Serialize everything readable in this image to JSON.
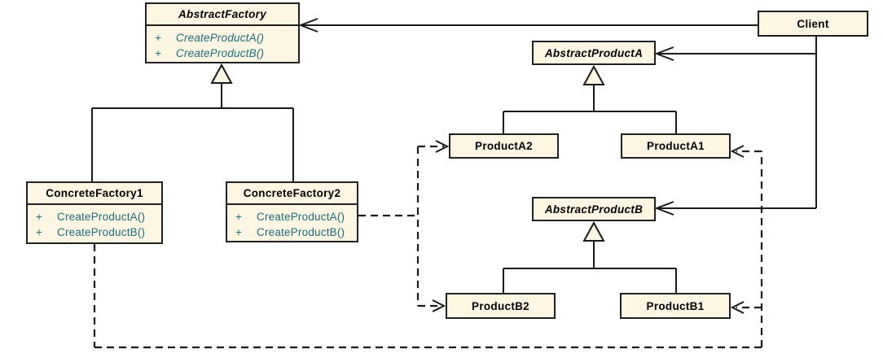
{
  "colors": {
    "background": "#FFFFFF",
    "box_fill": "#FCF6E3",
    "box_border": "#212121",
    "line": "#1A1A1A",
    "title_text": "#000000",
    "method_text": "#1A6E79"
  },
  "classes": {
    "abstractFactory": {
      "name": "AbstractFactory",
      "abstract": true,
      "methods": [
        {
          "visibility": "+",
          "signature": "CreateProductA()"
        },
        {
          "visibility": "+",
          "signature": "CreateProductB()"
        }
      ]
    },
    "client": {
      "name": "Client",
      "abstract": false
    },
    "abstractProductA": {
      "name": "AbstractProductA",
      "abstract": true
    },
    "productA2": {
      "name": "ProductA2",
      "abstract": false
    },
    "productA1": {
      "name": "ProductA1",
      "abstract": false
    },
    "concreteFactory1": {
      "name": "ConcreteFactory1",
      "abstract": false,
      "methods": [
        {
          "visibility": "+",
          "signature": "CreateProductA()"
        },
        {
          "visibility": "+",
          "signature": "CreateProductB()"
        }
      ]
    },
    "concreteFactory2": {
      "name": "ConcreteFactory2",
      "abstract": false,
      "methods": [
        {
          "visibility": "+",
          "signature": "CreateProductA()"
        },
        {
          "visibility": "+",
          "signature": "CreateProductB()"
        }
      ]
    },
    "abstractProductB": {
      "name": "AbstractProductB",
      "abstract": true
    },
    "productB2": {
      "name": "ProductB2",
      "abstract": false
    },
    "productB1": {
      "name": "ProductB1",
      "abstract": false
    }
  },
  "relationships": [
    {
      "type": "association",
      "from": "Client",
      "to": "AbstractFactory",
      "arrowhead": "open"
    },
    {
      "type": "association",
      "from": "Client",
      "to": "AbstractProductA",
      "arrowhead": "open"
    },
    {
      "type": "association",
      "from": "Client",
      "to": "AbstractProductB",
      "arrowhead": "open"
    },
    {
      "type": "generalization",
      "from": "ConcreteFactory1",
      "to": "AbstractFactory"
    },
    {
      "type": "generalization",
      "from": "ConcreteFactory2",
      "to": "AbstractFactory"
    },
    {
      "type": "generalization",
      "from": "ProductA2",
      "to": "AbstractProductA"
    },
    {
      "type": "generalization",
      "from": "ProductA1",
      "to": "AbstractProductA"
    },
    {
      "type": "generalization",
      "from": "ProductB2",
      "to": "AbstractProductB"
    },
    {
      "type": "generalization",
      "from": "ProductB1",
      "to": "AbstractProductB"
    },
    {
      "type": "dependency",
      "from": "ConcreteFactory2",
      "to": "ProductA2"
    },
    {
      "type": "dependency",
      "from": "ConcreteFactory2",
      "to": "ProductB2"
    },
    {
      "type": "dependency",
      "from": "ConcreteFactory1",
      "to": "ProductA1"
    },
    {
      "type": "dependency",
      "from": "ConcreteFactory1",
      "to": "ProductB1"
    }
  ]
}
